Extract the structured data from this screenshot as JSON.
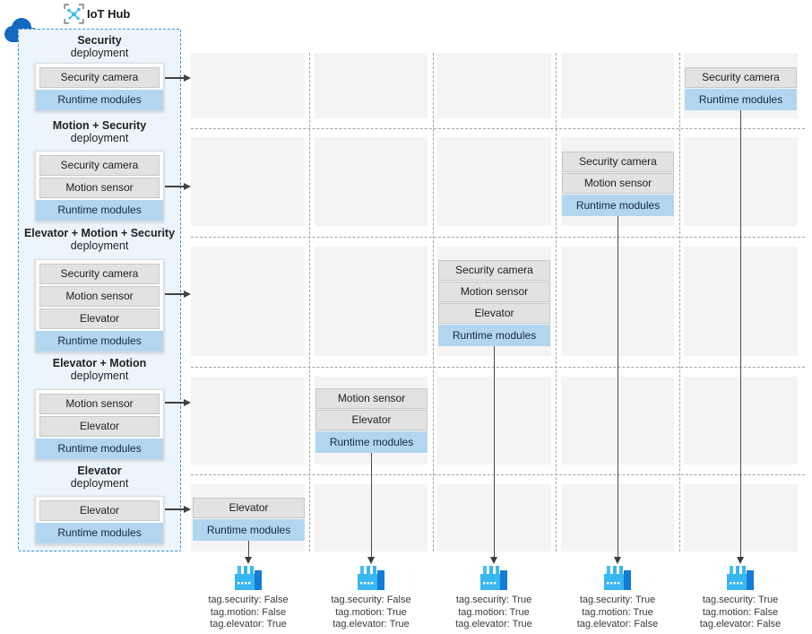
{
  "labels": {
    "iot_hub": "IoT Hub",
    "runtime_modules": "Runtime modules"
  },
  "colors": {
    "panel_border_blue": "#3a96dd",
    "panel_bg": "#edf5fc",
    "runtime_blue": "#b3d6f0",
    "module_gray": "#e2e2e2",
    "grid_row_bg": "#f4f4f4",
    "cloud_blue": "#1269bd",
    "factory_light_blue": "#38b7f0",
    "factory_dark_blue": "#127cd6",
    "arrow_dark": "#424242"
  },
  "deployments": [
    {
      "name": [
        "Security",
        "deployment"
      ],
      "modules": [
        "Security camera"
      ]
    },
    {
      "name": [
        "Motion + Security",
        "deployment"
      ],
      "modules": [
        "Security camera",
        "Motion sensor"
      ]
    },
    {
      "name": [
        "Elevator + Motion + Security",
        "deployment"
      ],
      "modules": [
        "Security camera",
        "Motion sensor",
        "Elevator"
      ]
    },
    {
      "name": [
        "Elevator + Motion",
        "deployment"
      ],
      "modules": [
        "Motion sensor",
        "Elevator"
      ]
    },
    {
      "name": [
        "Elevator",
        "deployment"
      ],
      "modules": [
        "Elevator"
      ]
    }
  ],
  "devices": [
    {
      "modules": [
        "Elevator"
      ],
      "tags": [
        "tag.security: False",
        "tag.motion: False",
        "tag.elevator: True"
      ]
    },
    {
      "modules": [
        "Motion sensor",
        "Elevator"
      ],
      "tags": [
        "tag.security: False",
        "tag.motion: True",
        "tag.elevator: True"
      ]
    },
    {
      "modules": [
        "Security camera",
        "Motion sensor",
        "Elevator"
      ],
      "tags": [
        "tag.security: True",
        "tag.motion: True",
        "tag.elevator: True"
      ]
    },
    {
      "modules": [
        "Security camera",
        "Motion sensor"
      ],
      "tags": [
        "tag.security: True",
        "tag.motion: True",
        "tag.elevator: False"
      ]
    },
    {
      "modules": [
        "Security camera"
      ],
      "tags": [
        "tag.security: True",
        "tag.motion: False",
        "tag.elevator: False"
      ]
    }
  ]
}
